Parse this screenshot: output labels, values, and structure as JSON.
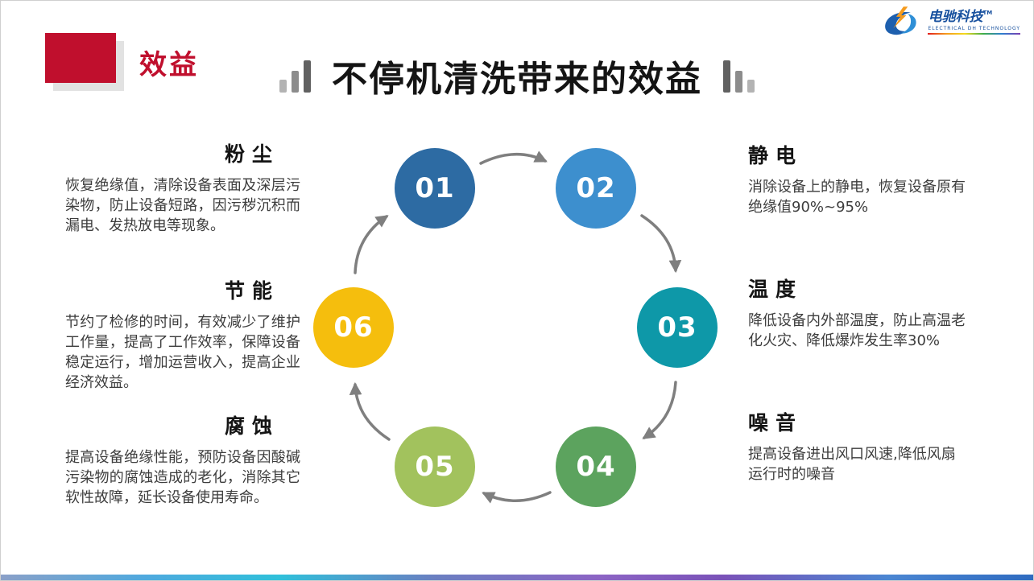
{
  "header": {
    "section_label": "效益",
    "title": "不停机清洗带来的效益"
  },
  "logo": {
    "brand": "电驰科技",
    "trademark": "TM",
    "subtitle": "ELECTRICAL DH TECHNOLOGY"
  },
  "colors": {
    "accent_red": "#c00f2d",
    "arrow_gray": "#7f7f7f",
    "bottom_bar_left": "#8aa0c8",
    "bottom_bar_cyan": "#2fc0da",
    "bottom_bar_purple": "#8c64c4",
    "bottom_bar_right": "#2f6bc0"
  },
  "cycle": {
    "steps": [
      {
        "num": "01",
        "color": "#2d6ba3"
      },
      {
        "num": "02",
        "color": "#3d8fce"
      },
      {
        "num": "03",
        "color": "#0e98a8"
      },
      {
        "num": "04",
        "color": "#5ca35e"
      },
      {
        "num": "05",
        "color": "#a2c25d"
      },
      {
        "num": "06",
        "color": "#f5be0d"
      }
    ]
  },
  "left_items": [
    {
      "heading": "粉尘",
      "body": "恢复绝缘值，清除设备表面及深层污染物，防止设备短路，因污秽沉积而漏电、发热放电等现象。"
    },
    {
      "heading": "节能",
      "body": "节约了检修的时间，有效减少了维护工作量，提高了工作效率，保障设备稳定运行，增加运营收入，提高企业经济效益。"
    },
    {
      "heading": "腐蚀",
      "body": "提高设备绝缘性能，预防设备因酸碱污染物的腐蚀造成的老化，消除其它软性故障，延长设备使用寿命。"
    }
  ],
  "right_items": [
    {
      "heading": "静电",
      "body": "消除设备上的静电，恢复设备原有绝缘值90%~95%"
    },
    {
      "heading": "温度",
      "body": "降低设备内外部温度，防止高温老化火灾、降低爆炸发生率30%"
    },
    {
      "heading": "噪音",
      "body": "提高设备进出风口风速,降低风扇运行时的噪音"
    }
  ]
}
